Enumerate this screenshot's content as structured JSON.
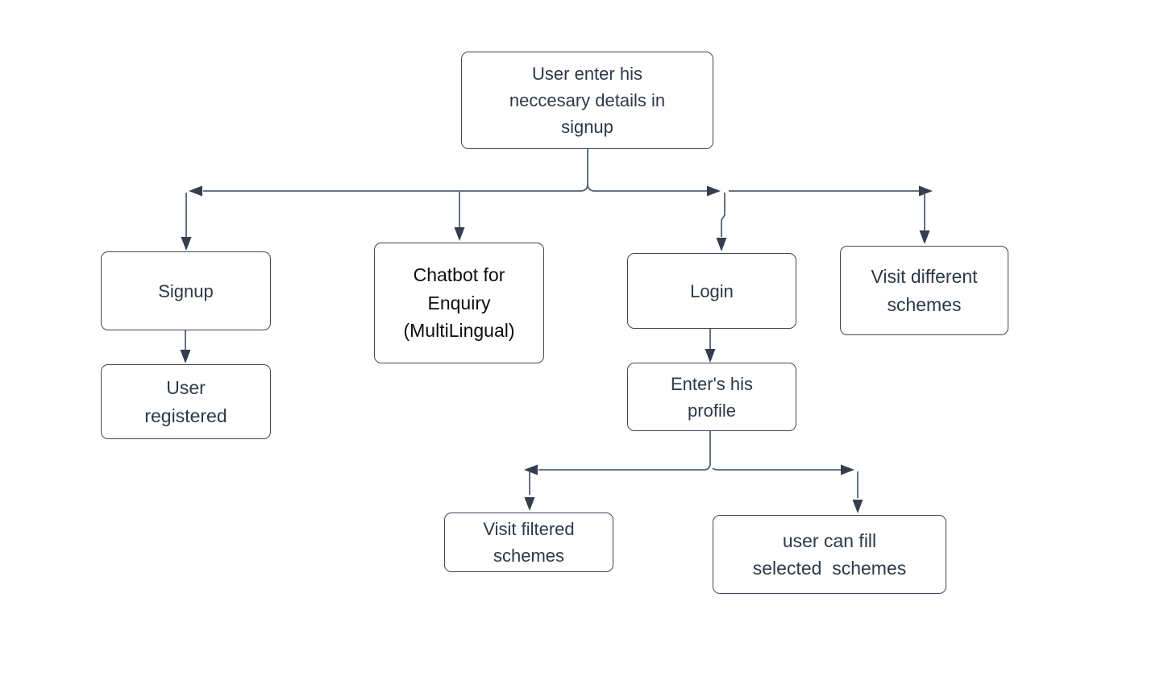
{
  "diagram": {
    "type": "flowchart",
    "background": "#ffffff",
    "colors": {
      "node_fill": "#ffffff",
      "node_border": "#3c4856",
      "node_text": "#2e3947",
      "chatbot_text": "#0d0d0d",
      "connector_line": "#57616e",
      "arrowhead": "#333e4e"
    },
    "nodes": [
      {
        "id": "signup-details",
        "label": "User enter his\nneccesary details in\nsignup"
      },
      {
        "id": "signup",
        "label": "Signup"
      },
      {
        "id": "chatbot",
        "label": "Chatbot for\nEnquiry\n(MultiLingual)"
      },
      {
        "id": "login",
        "label": "Login"
      },
      {
        "id": "visit-different",
        "label": "Visit different\nschemes"
      },
      {
        "id": "user-registered",
        "label": "User\nregistered"
      },
      {
        "id": "enters-profile",
        "label": "Enter's his\nprofile"
      },
      {
        "id": "visit-filtered",
        "label": "Visit filtered\nschemes"
      },
      {
        "id": "fill-selected",
        "label": "user can fill\nselected  schemes"
      }
    ],
    "edges": [
      {
        "from": "signup-details",
        "to": "signup"
      },
      {
        "from": "signup-details",
        "to": "chatbot"
      },
      {
        "from": "signup-details",
        "to": "login"
      },
      {
        "from": "signup-details",
        "to": "visit-different"
      },
      {
        "from": "signup",
        "to": "user-registered"
      },
      {
        "from": "login",
        "to": "enters-profile"
      },
      {
        "from": "enters-profile",
        "to": "visit-filtered"
      },
      {
        "from": "enters-profile",
        "to": "fill-selected"
      }
    ]
  }
}
